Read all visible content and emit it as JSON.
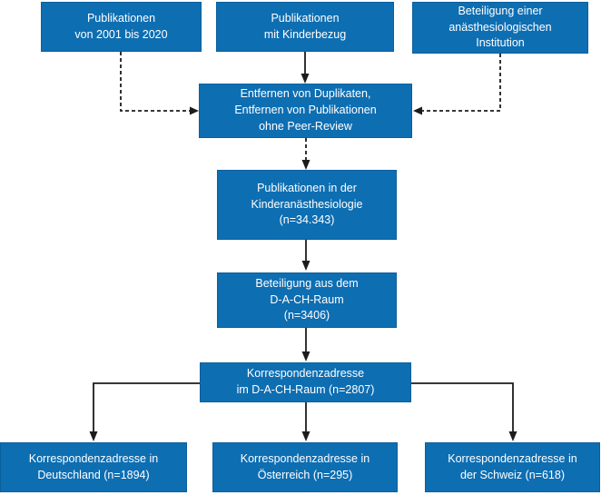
{
  "diagram": {
    "type": "flowchart",
    "accent_color": "#0e6eb2",
    "arrow_color": "#1c1c1c",
    "text_color": "#ffffff",
    "nodes": {
      "pub_years": {
        "lines": [
          "Publikationen",
          "von 2001 bis 2020"
        ]
      },
      "pub_children": {
        "lines": [
          "Publikationen",
          "mit Kinderbezug"
        ]
      },
      "institution": {
        "lines": [
          "Beteiligung einer",
          "anästhesiologischen",
          "Institution"
        ]
      },
      "dedup": {
        "lines": [
          "Entfernen von Duplikaten,",
          "Entfernen von Publikationen",
          "ohne Peer-Review"
        ]
      },
      "ped_anesth": {
        "lines": [
          "Publikationen in der",
          "Kinderanästhesiologie",
          "(n=34.343)"
        ]
      },
      "dach_particip": {
        "lines": [
          "Beteiligung aus dem",
          "D-A-CH-Raum",
          "(n=3406)"
        ]
      },
      "dach_correspond": {
        "lines": [
          "Korrespondenzadresse",
          "im D-A-CH-Raum (n=2807)"
        ]
      },
      "germany": {
        "lines": [
          "Korrespondenzadresse in",
          "Deutschland (n=1894)"
        ]
      },
      "austria": {
        "lines": [
          "Korrespondenzadresse in",
          "Österreich (n=295)"
        ]
      },
      "switzerland": {
        "lines": [
          "Korrespondenzadresse in",
          "der Schweiz (n=618)"
        ]
      }
    }
  }
}
